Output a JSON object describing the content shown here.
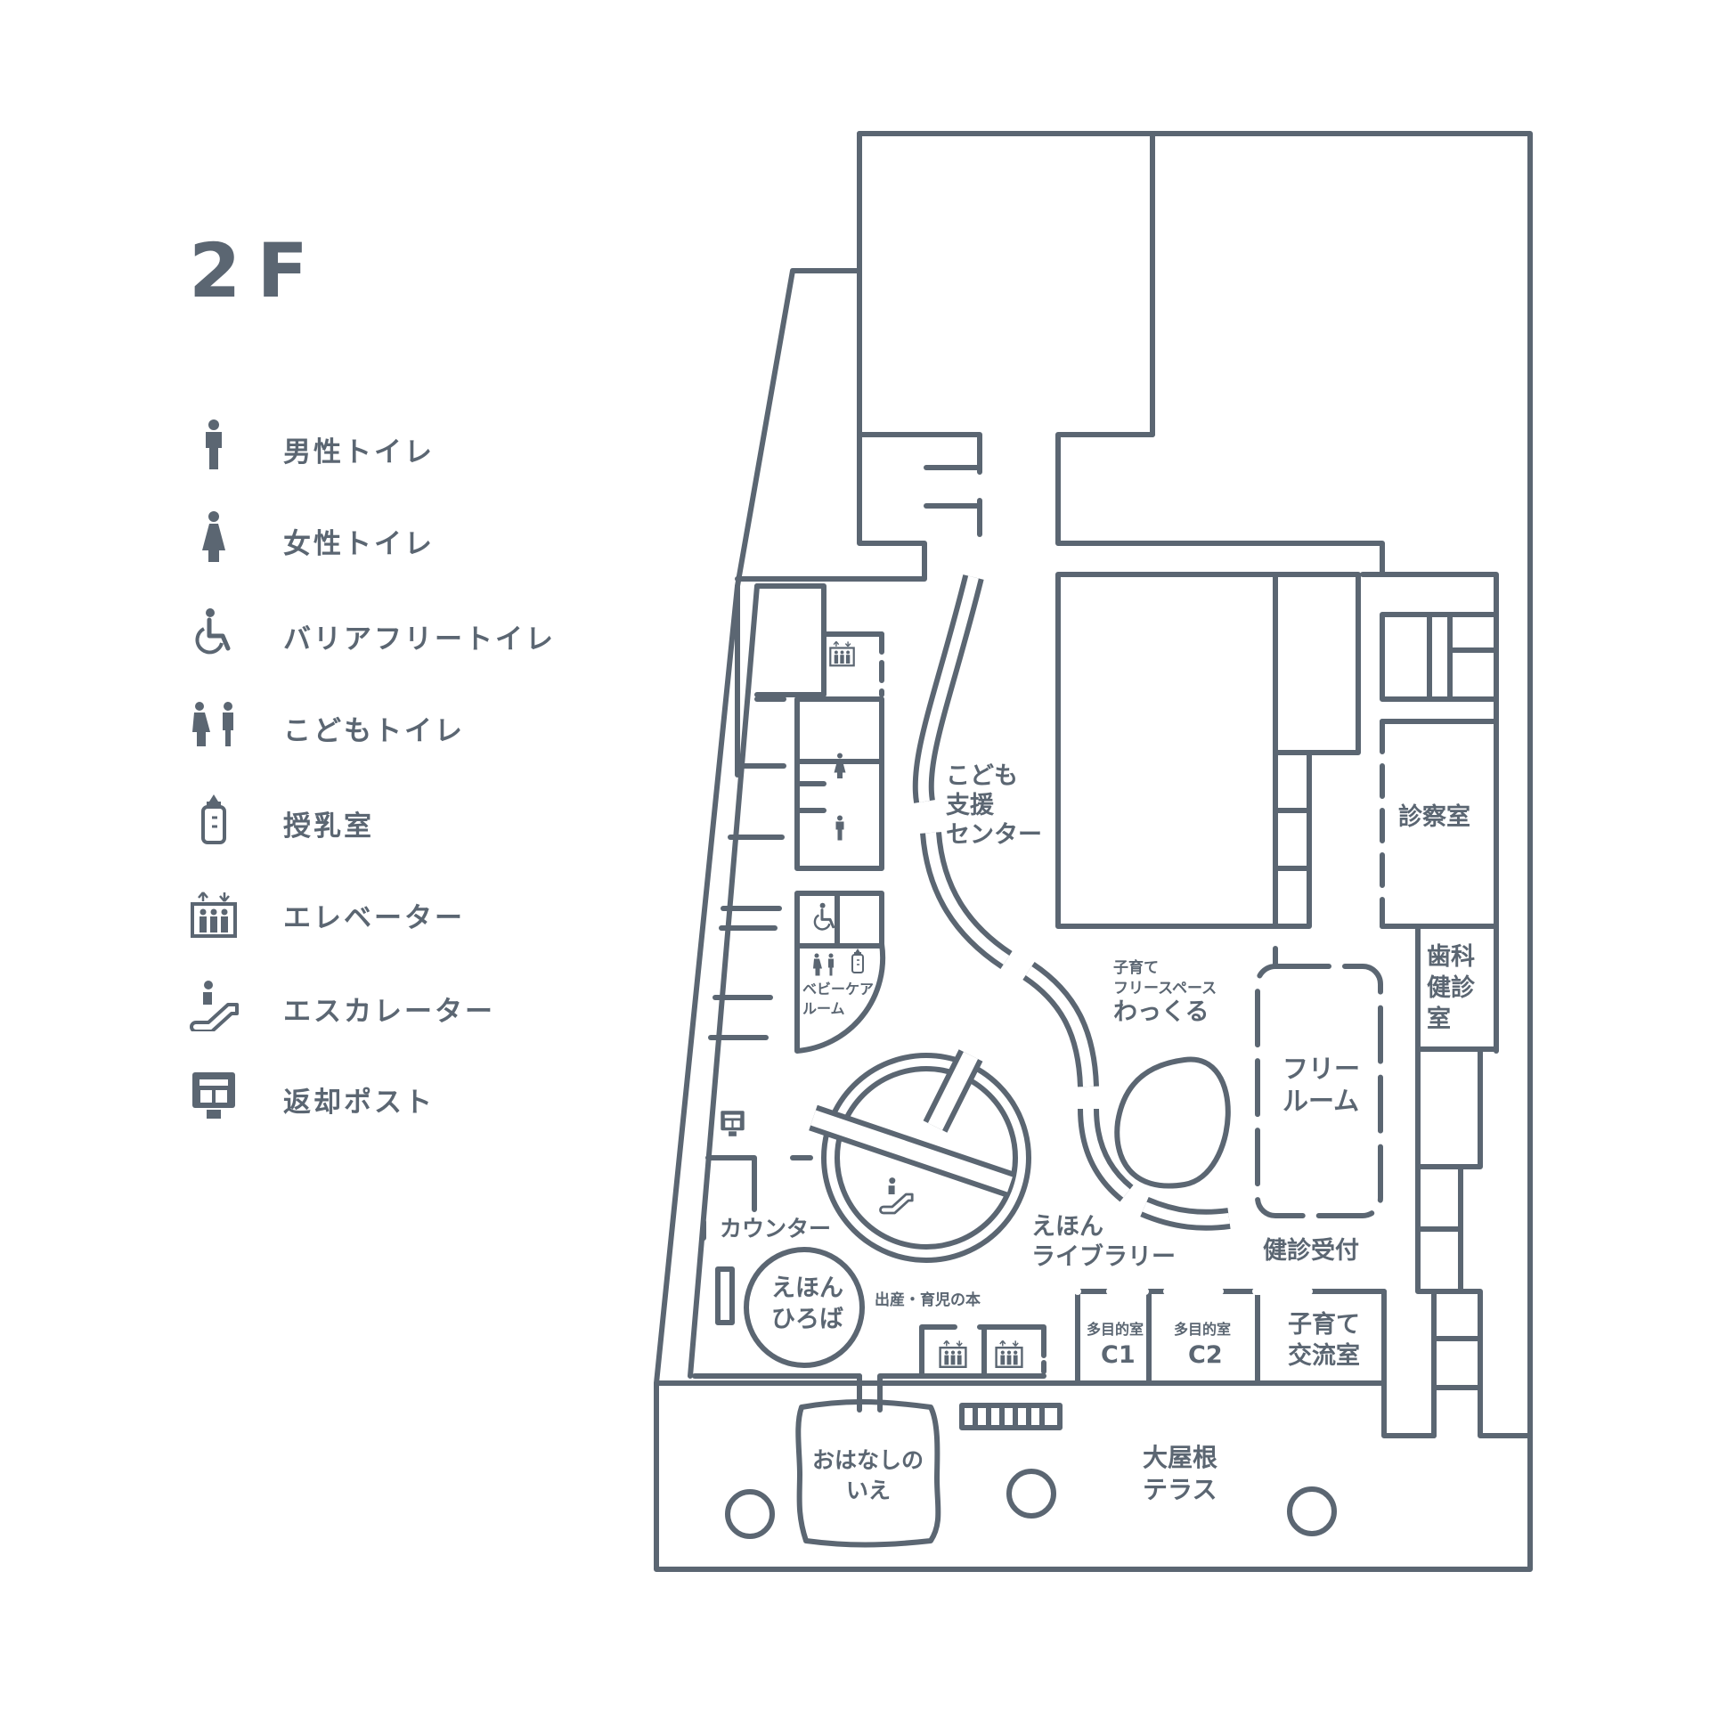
{
  "floor": "2F",
  "colors": {
    "line": "#5b6672",
    "background": "#ffffff"
  },
  "legend": [
    {
      "icon": "male-toilet-icon",
      "label": "男性トイレ"
    },
    {
      "icon": "female-toilet-icon",
      "label": "女性トイレ"
    },
    {
      "icon": "wheelchair-toilet-icon",
      "label": "バリアフリートイレ"
    },
    {
      "icon": "kids-toilet-icon",
      "label": "こどもトイレ"
    },
    {
      "icon": "nursing-room-icon",
      "label": "授乳室"
    },
    {
      "icon": "elevator-icon",
      "label": "エレベーター"
    },
    {
      "icon": "escalator-icon",
      "label": "エスカレーター"
    },
    {
      "icon": "return-box-icon",
      "label": "返却ポスト"
    }
  ],
  "rooms": {
    "kodomo_shien_1": "こども",
    "kodomo_shien_2": "支援",
    "kodomo_shien_3": "センター",
    "shinsatsu": "診察室",
    "shika_1": "歯科",
    "shika_2": "健診",
    "shika_3": "室",
    "wakkuru_1": "子育て",
    "wakkuru_2": "フリースペース",
    "wakkuru_3": "わっくる",
    "free_room_1": "フリー",
    "free_room_2": "ルーム",
    "baby_care_1": "ベビーケア",
    "baby_care_2": "ルーム",
    "counter": "カウンター",
    "ehon_library_1": "えほん",
    "ehon_library_2": "ライブラリー",
    "kenshin_uketsuke": "健診受付",
    "ehon_hiroba_1": "えほん",
    "ehon_hiroba_2": "ひろば",
    "shussan_books": "出産・育児の本",
    "tamokuteki_c1_1": "多目的室",
    "tamokuteki_c1_2": "C1",
    "tamokuteki_c2_1": "多目的室",
    "tamokuteki_c2_2": "C2",
    "kosodate_koryu_1": "子育て",
    "kosodate_koryu_2": "交流室",
    "ohanashi_1": "おはなしの",
    "ohanashi_2": "いえ",
    "oyane_1": "大屋根",
    "oyane_2": "テラス"
  }
}
